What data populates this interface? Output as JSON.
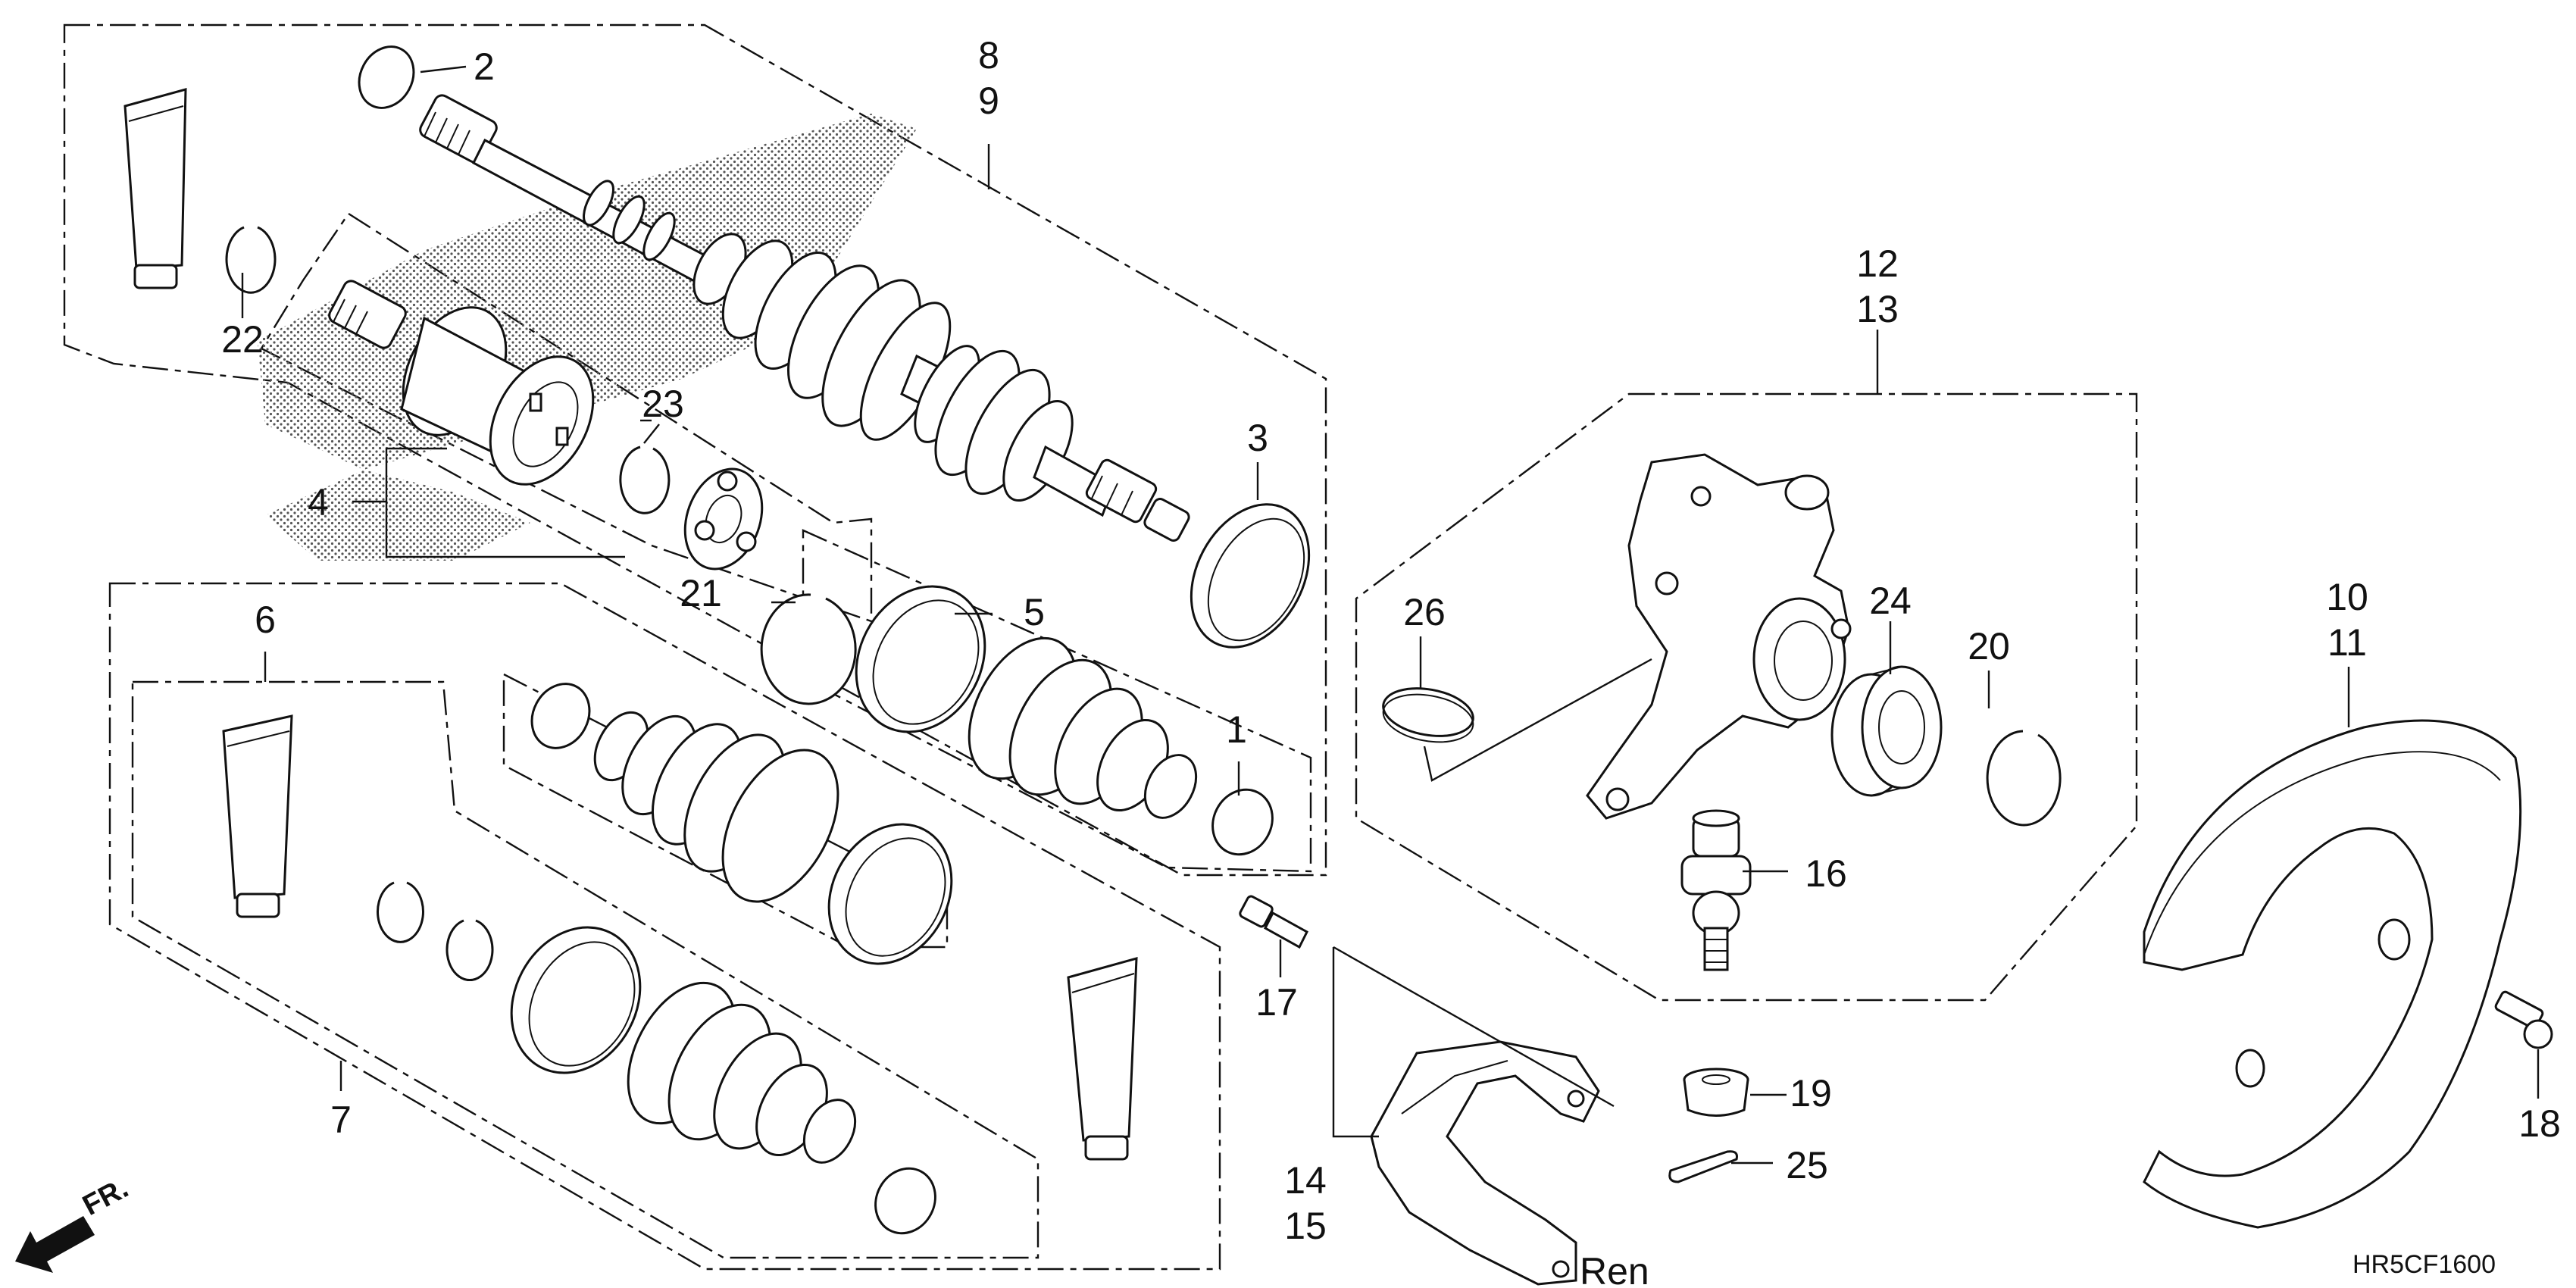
{
  "diagram": {
    "code": "HR5CF1600",
    "direction_label": "FR.",
    "ren_label": "Ren"
  },
  "callouts": [
    {
      "id": "c1",
      "label": "1"
    },
    {
      "id": "c2",
      "label": "2"
    },
    {
      "id": "c3",
      "label": "3"
    },
    {
      "id": "c4",
      "label": "4"
    },
    {
      "id": "c5",
      "label": "5"
    },
    {
      "id": "c6",
      "label": "6"
    },
    {
      "id": "c7",
      "label": "7"
    },
    {
      "id": "c8",
      "label": "8"
    },
    {
      "id": "c9",
      "label": "9"
    },
    {
      "id": "c10",
      "label": "10"
    },
    {
      "id": "c11",
      "label": "11"
    },
    {
      "id": "c12",
      "label": "12"
    },
    {
      "id": "c13",
      "label": "13"
    },
    {
      "id": "c14",
      "label": "14"
    },
    {
      "id": "c15",
      "label": "15"
    },
    {
      "id": "c16",
      "label": "16"
    },
    {
      "id": "c17",
      "label": "17"
    },
    {
      "id": "c18",
      "label": "18"
    },
    {
      "id": "c19",
      "label": "19"
    },
    {
      "id": "c20",
      "label": "20"
    },
    {
      "id": "c21",
      "label": "21"
    },
    {
      "id": "c22",
      "label": "22"
    },
    {
      "id": "c23",
      "label": "23"
    },
    {
      "id": "c24",
      "label": "24"
    },
    {
      "id": "c25",
      "label": "25"
    },
    {
      "id": "c26",
      "label": "26"
    }
  ]
}
